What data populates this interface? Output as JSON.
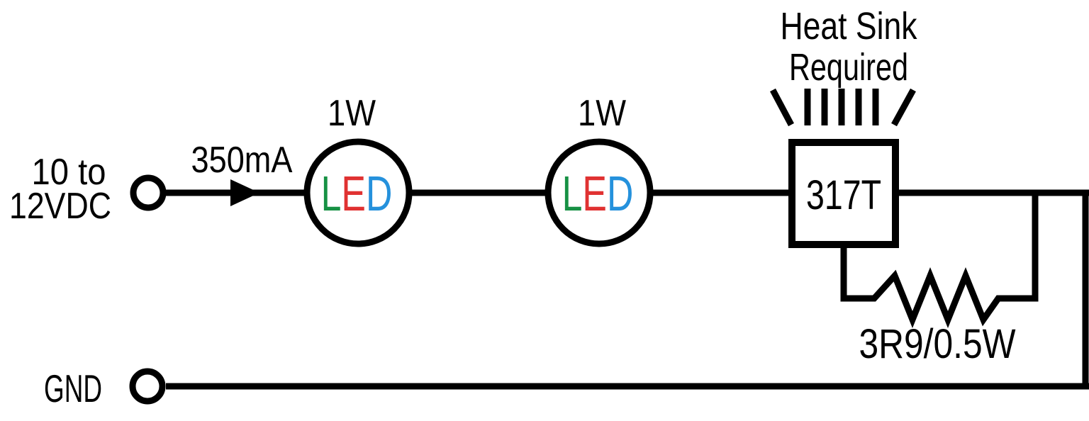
{
  "diagram": {
    "type": "led-driver-circuit-schematic",
    "input": {
      "voltage_line1": "10 to",
      "voltage_line2": "12VDC",
      "current": "350mA"
    },
    "led1": {
      "power": "1W",
      "letter_l": "L",
      "letter_e": "E",
      "letter_d": "D"
    },
    "led2": {
      "power": "1W",
      "letter_l": "L",
      "letter_e": "E",
      "letter_d": "D"
    },
    "regulator": {
      "label": "317T",
      "note_line1": "Heat Sink",
      "note_line2": "Required"
    },
    "resistor": {
      "label": "3R9/0.5W"
    },
    "ground": {
      "label": "GND"
    }
  },
  "colors": {
    "line": "#000000",
    "led_letter_l": "#179144",
    "led_letter_e": "#e03232",
    "led_letter_d": "#2591dc",
    "background": "#ffffff"
  }
}
